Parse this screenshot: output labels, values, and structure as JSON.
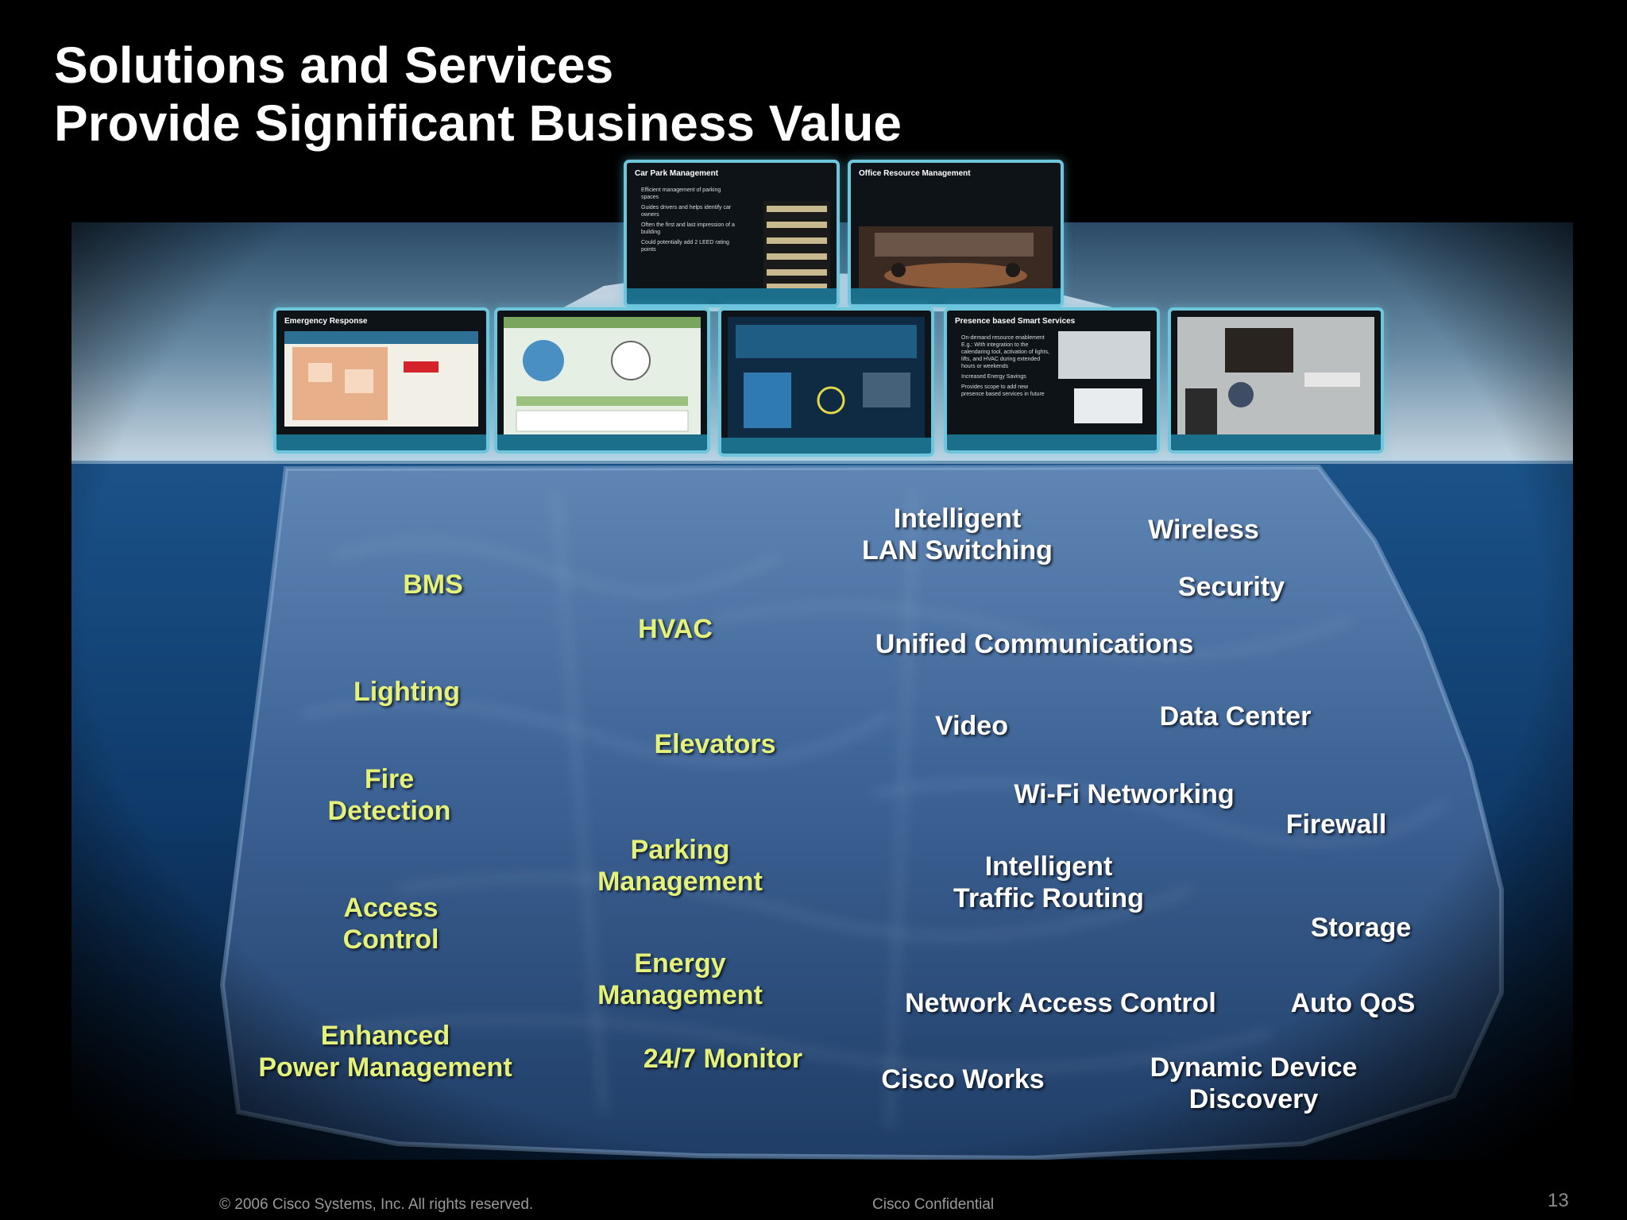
{
  "slide": {
    "title_line1": "Solutions and Services",
    "title_line2": "Provide Significant Business Value",
    "footer_copyright": "© 2006 Cisco Systems, Inc. All rights reserved.",
    "footer_confidential": "Cisco Confidential",
    "page_number": "13"
  },
  "screens": {
    "car_park": {
      "heading": "Car Park Management",
      "bullets": [
        "Efficient management of parking spaces",
        "Guides drivers and helps identify car owners",
        "Often the first and last impression of a building",
        "Could potentially add 2 LEED rating points"
      ]
    },
    "office_resource": {
      "heading": "Office Resource Management"
    },
    "emergency": {
      "heading": "Emergency Response"
    },
    "presence": {
      "heading": "Presence based Smart Services",
      "bullets": [
        "On-demand resource enablement E.g.: With integration to the calendaring tool, activation of lights, lifts, and HVAC during extended hours or weekends",
        "Increased Energy Savings",
        "Provides scope to add new presence based services in future"
      ]
    }
  },
  "building_labels": {
    "bms": "BMS",
    "hvac": "HVAC",
    "lighting": "Lighting",
    "elevators": "Elevators",
    "fire_1": "Fire",
    "fire_2": "Detection",
    "parking_1": "Parking",
    "parking_2": "Management",
    "access_1": "Access",
    "access_2": "Control",
    "energy_1": "Energy",
    "energy_2": "Management",
    "power_1": "Enhanced",
    "power_2": "Power Management",
    "monitor": "24/7 Monitor"
  },
  "network_labels": {
    "lan_1": "Intelligent",
    "lan_2": "LAN Switching",
    "wireless": "Wireless",
    "security": "Security",
    "uc": "Unified Communications",
    "video": "Video",
    "data_center": "Data Center",
    "wifi": "Wi-Fi Networking",
    "firewall": "Firewall",
    "routing_1": "Intelligent",
    "routing_2": "Traffic Routing",
    "storage": "Storage",
    "nac": "Network Access Control",
    "autoqos": "Auto QoS",
    "ciscoworks": "Cisco Works",
    "ddd_1": "Dynamic Device",
    "ddd_2": "Discovery"
  },
  "colors": {
    "building_text": "#e4f17a",
    "network_text": "#ffffff",
    "screen_frame": "#6fc6dc",
    "water": "#0f3a6a"
  }
}
